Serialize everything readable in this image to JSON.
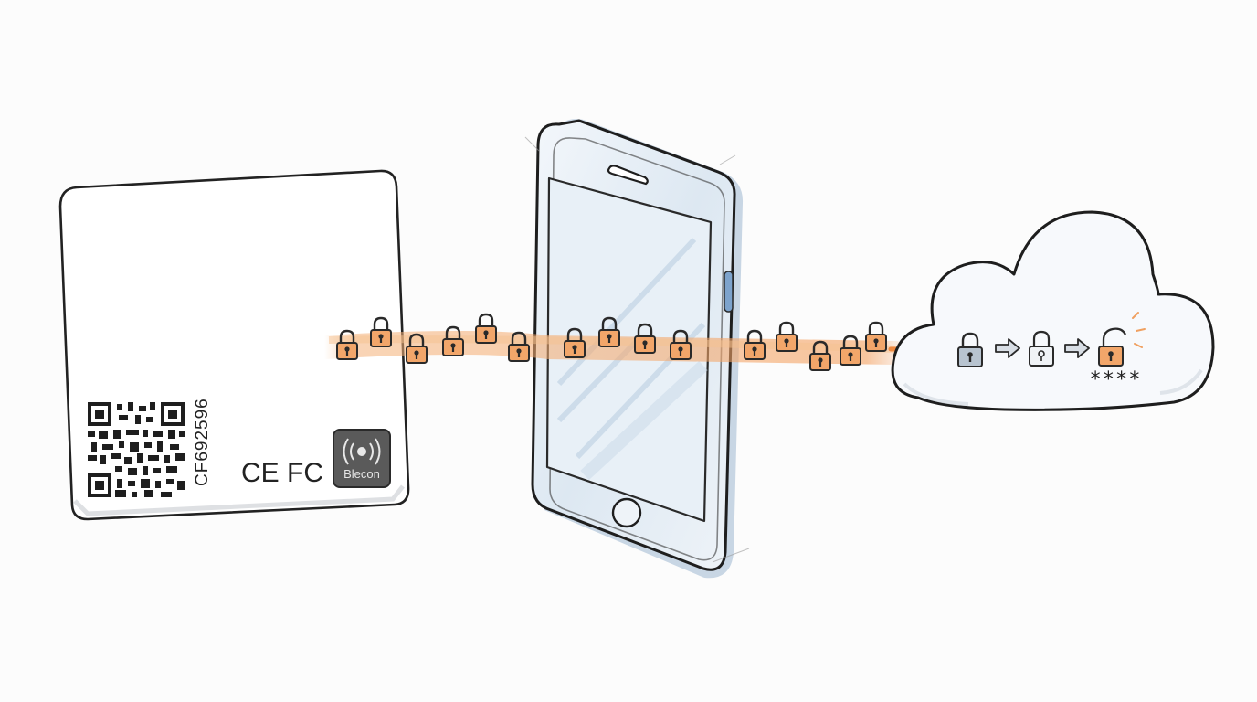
{
  "beacon": {
    "serial": "CF692596",
    "cert_ce": "CE",
    "cert_fcc": "FC",
    "brand": "Blecon",
    "brand_icon": "broadcast-waves-icon"
  },
  "cloud": {
    "masked_value": "****",
    "steps": [
      "lock-closed-icon",
      "arrow-right-icon",
      "lock-keyhole-icon",
      "arrow-right-icon",
      "lock-open-icon"
    ]
  },
  "stream": {
    "icon": "padlock-icon",
    "arrow": "arrow-right-icon"
  },
  "colors": {
    "ink": "#222222",
    "accent": "#f0a060",
    "lock_orange": "#f2a66a",
    "lock_steel": "#b8c4d0",
    "device_glass": "#dfe9f3",
    "badge_bg": "#5a5a5a"
  }
}
